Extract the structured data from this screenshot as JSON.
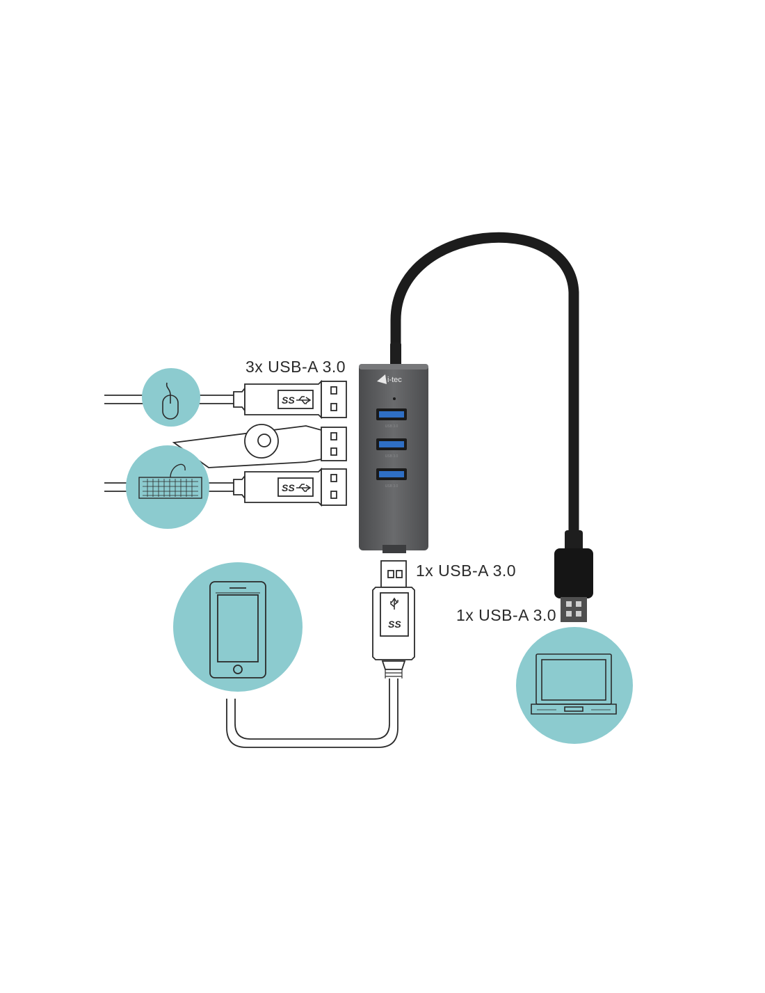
{
  "labels": {
    "hub_ports": "3x USB-A 3.0",
    "downstream_port": "1x USB-A 3.0",
    "upstream_plug": "1x USB-A 3.0"
  },
  "hub": {
    "brand": "i-tec",
    "port_label": "USB 3.0",
    "port_count": 3
  },
  "plugs": {
    "superspeed_mark": "SS"
  },
  "devices": [
    "mouse",
    "keyboard",
    "usb-flash-drive",
    "smartphone",
    "laptop"
  ],
  "colors": {
    "device_circle": "#8ccbcf",
    "hub_body": "#5d5e60",
    "hub_port_blue": "#2f6fc4",
    "cable_black": "#1c1c1c",
    "line_art": "#2a2a2a"
  }
}
